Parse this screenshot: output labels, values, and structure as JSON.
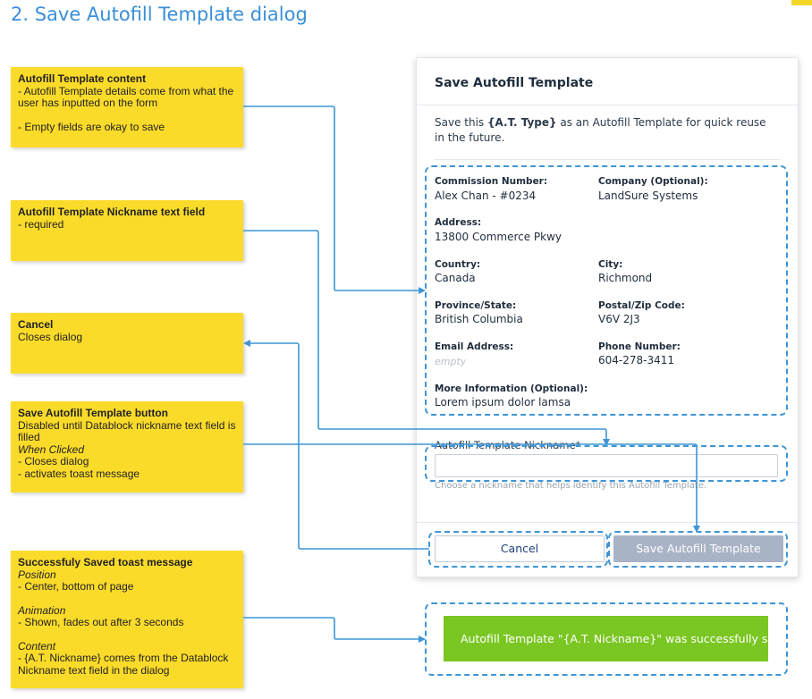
{
  "heading": "2. Save Autofill Template dialog",
  "notes": {
    "content": {
      "title": "Autofill Template content",
      "lines": [
        "- Autofill Template details come from what the user has inputted on the form",
        "- Empty fields are okay to save"
      ]
    },
    "nickname": {
      "title": "Autofill Template Nickname text field",
      "lines": [
        "- required"
      ]
    },
    "cancel": {
      "title": "Cancel",
      "lines": [
        "Closes dialog"
      ]
    },
    "save": {
      "title": "Save Autofill Template button",
      "line1": "Disabled until Datablock nickname text field is filled",
      "when": "When Clicked",
      "line2": "- Closes dialog",
      "line3": "- activates toast message"
    },
    "toast": {
      "title": "Successfuly Saved toast message",
      "position_heading": "Position",
      "position_text": "- Center, bottom of page",
      "animation_heading": "Animation",
      "animation_text": "- Shown, fades out after 3 seconds",
      "content_heading": "Content",
      "content_text": "- {A.T. Nickname} comes from the Datablock Nickname text field in the dialog"
    }
  },
  "dialog": {
    "title": "Save Autofill Template",
    "desc_prefix": "Save this ",
    "desc_type": "{A.T. Type}",
    "desc_suffix": " as an Autofill Template for quick reuse in the future.",
    "fields": {
      "commission_label": "Commission Number:",
      "commission_value": "Alex Chan - #0234",
      "company_label": "Company (Optional):",
      "company_value": "LandSure Systems",
      "address_label": "Address:",
      "address_value": "13800 Commerce Pkwy",
      "country_label": "Country:",
      "country_value": "Canada",
      "city_label": "City:",
      "city_value": "Richmond",
      "province_label": "Province/State:",
      "province_value": "British Columbia",
      "postal_label": "Postal/Zip Code:",
      "postal_value": "V6V 2J3",
      "email_label": "Email Address:",
      "email_value": "empty",
      "phone_label": "Phone Number:",
      "phone_value": "604-278-3411",
      "more_label": "More Information (Optional):",
      "more_value": "Lorem ipsum dolor lamsa"
    },
    "nickname_label": "Autofill Template Nickname*",
    "nickname_value": "",
    "nickname_help": "Choose a nickname that helps identify this Autofill Template.",
    "cancel_label": "Cancel",
    "save_label": "Save Autofill Template"
  },
  "toast_text": "Autofill Template \"{A.T. Nickname}\" was successfully saved.",
  "colors": {
    "note": "#fbdb2a",
    "connector": "#3e95d6",
    "toast": "#7ac623",
    "save_disabled": "#a9b3c6"
  }
}
